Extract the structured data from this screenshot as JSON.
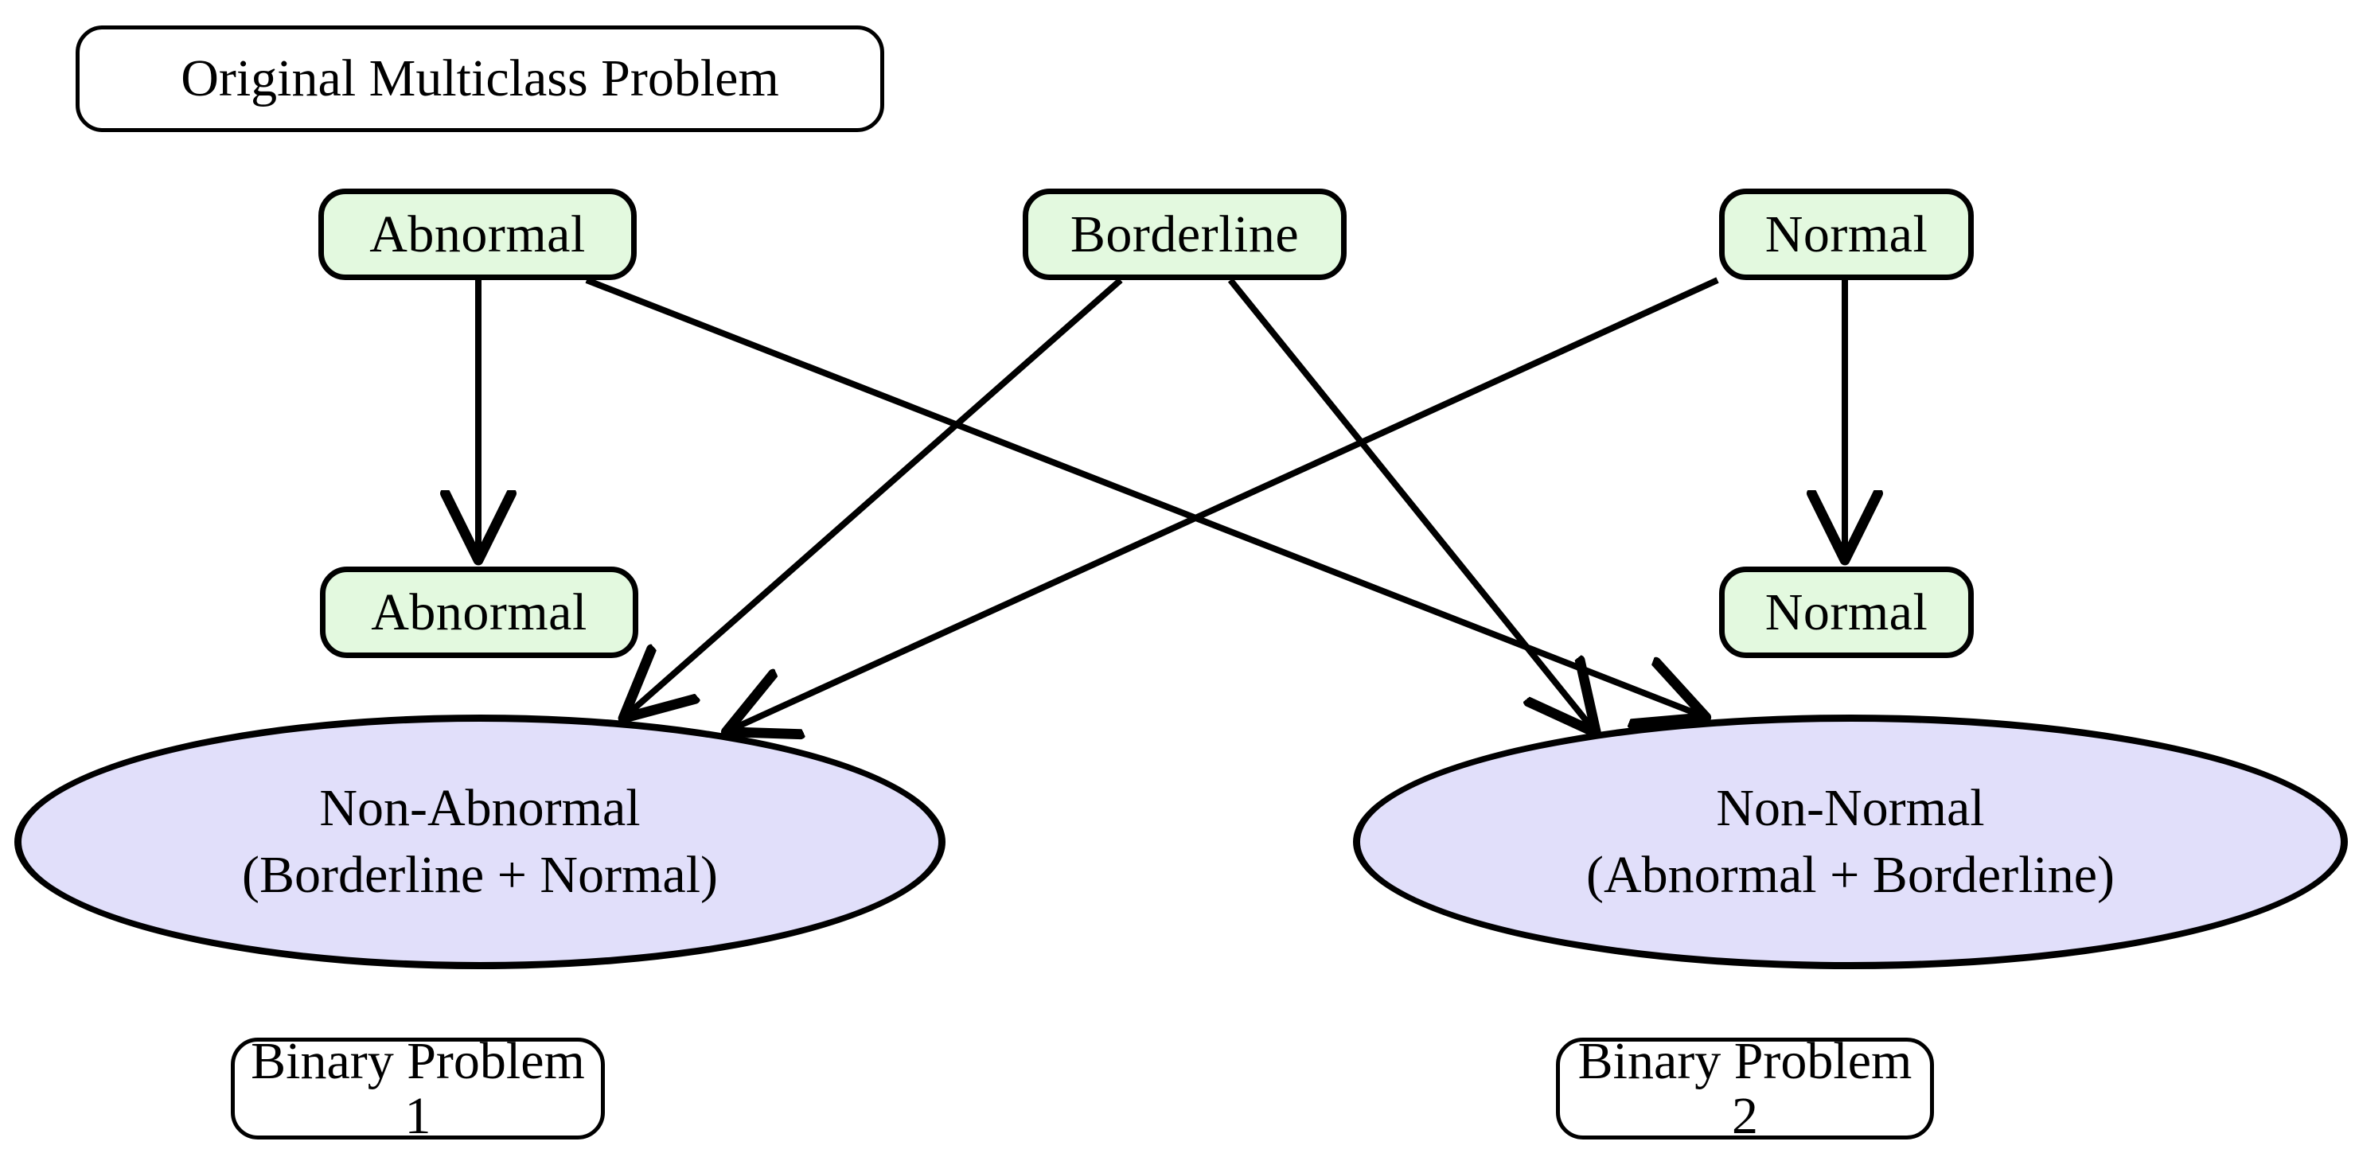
{
  "diagram": {
    "title": "Original Multiclass Problem",
    "type": "flow-diagram",
    "colors": {
      "class_node_fill": "#e3f9df",
      "binary_node_fill": "#e1dffa",
      "stroke": "#000000",
      "background": "#ffffff"
    },
    "labels": {
      "title_box": "Original Multiclass Problem",
      "binary_problem_1": "Binary Problem 1",
      "binary_problem_2": "Binary Problem 2"
    },
    "source_classes": [
      {
        "id": "abnormal-top",
        "label": "Abnormal"
      },
      {
        "id": "borderline-top",
        "label": "Borderline"
      },
      {
        "id": "normal-top",
        "label": "Normal"
      }
    ],
    "target_positive_classes": [
      {
        "id": "abnormal-mid",
        "label": "Abnormal"
      },
      {
        "id": "normal-mid",
        "label": "Normal"
      }
    ],
    "target_negative_groups": [
      {
        "id": "non-abnormal",
        "line1": "Non-Abnormal",
        "line2": "(Borderline + Normal)"
      },
      {
        "id": "non-normal",
        "line1": "Non-Normal",
        "line2": "(Abnormal + Borderline)"
      }
    ],
    "edges": [
      {
        "from": "Abnormal",
        "to": "Abnormal"
      },
      {
        "from": "Abnormal",
        "to": "Non-Normal (Abnormal + Borderline)"
      },
      {
        "from": "Borderline",
        "to": "Non-Abnormal (Borderline + Normal)"
      },
      {
        "from": "Borderline",
        "to": "Non-Normal (Abnormal + Borderline)"
      },
      {
        "from": "Normal",
        "to": "Normal"
      },
      {
        "from": "Normal",
        "to": "Non-Abnormal (Borderline + Normal)"
      }
    ]
  }
}
